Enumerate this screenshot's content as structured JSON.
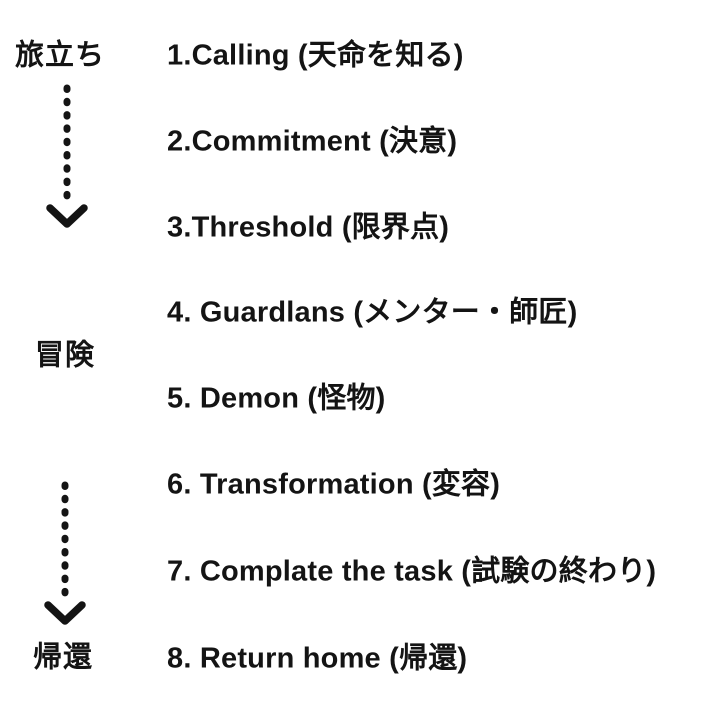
{
  "colors": {
    "text": "#141414",
    "background": "#ffffff"
  },
  "icons": {
    "phase_connector": "dotted-down-arrow"
  },
  "phases": [
    {
      "id": "departure",
      "label": "旅立ち"
    },
    {
      "id": "adventure",
      "label": "冒険"
    },
    {
      "id": "return",
      "label": "帰還"
    }
  ],
  "steps": [
    {
      "text": "1.Calling (天命を知る)"
    },
    {
      "text": "2.Commitment (決意)"
    },
    {
      "text": "3.Threshold (限界点)"
    },
    {
      "text": "4. Guardlans (メンター・師匠)"
    },
    {
      "text": "5. Demon (怪物)"
    },
    {
      "text": "6. Transformation (変容)"
    },
    {
      "text": "7. Complate the task (試験の終わり)"
    },
    {
      "text": "8. Return home (帰還)"
    }
  ]
}
